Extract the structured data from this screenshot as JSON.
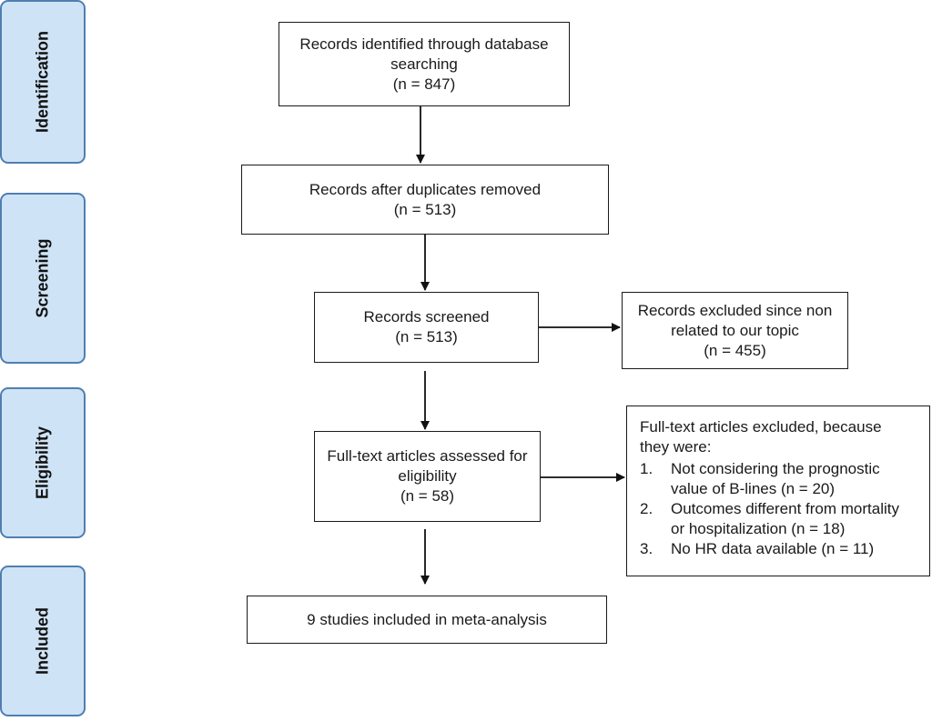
{
  "stages": [
    {
      "label": "Identification"
    },
    {
      "label": "Screening"
    },
    {
      "label": "Eligibility"
    },
    {
      "label": "Included"
    }
  ],
  "boxes": {
    "identified": {
      "line1": "Records identified through database",
      "line2": "searching",
      "count": "(n = 847)"
    },
    "duplicates": {
      "line1": "Records after duplicates removed",
      "count": "(n = 513)"
    },
    "screened": {
      "line1": "Records screened",
      "count": "(n =  513)"
    },
    "excluded_screen": {
      "line1": "Records excluded  since non",
      "line2": "related to our topic",
      "count": "(n = 455)"
    },
    "fulltext": {
      "line1": "Full-text articles assessed for",
      "line2": "eligibility",
      "count": "(n = 58)"
    },
    "excluded_fulltext": {
      "intro1": "Full-text articles excluded, because",
      "intro2": "they were:",
      "reasons": [
        {
          "num": "1.",
          "line1": "Not considering the prognostic",
          "line2": "value of B-lines (n = 20)"
        },
        {
          "num": "2.",
          "line1": "Outcomes different from mortality",
          "line2": "or hospitalization (n = 18)"
        },
        {
          "num": "3.",
          "line1": "No HR data available (n = 11)"
        }
      ]
    },
    "included": {
      "line1": "9 studies included in meta-analysis"
    }
  },
  "colors": {
    "stage_fill": "#cfe3f6",
    "stage_border": "#4f7fb0",
    "box_border": "#1a1a1a"
  }
}
